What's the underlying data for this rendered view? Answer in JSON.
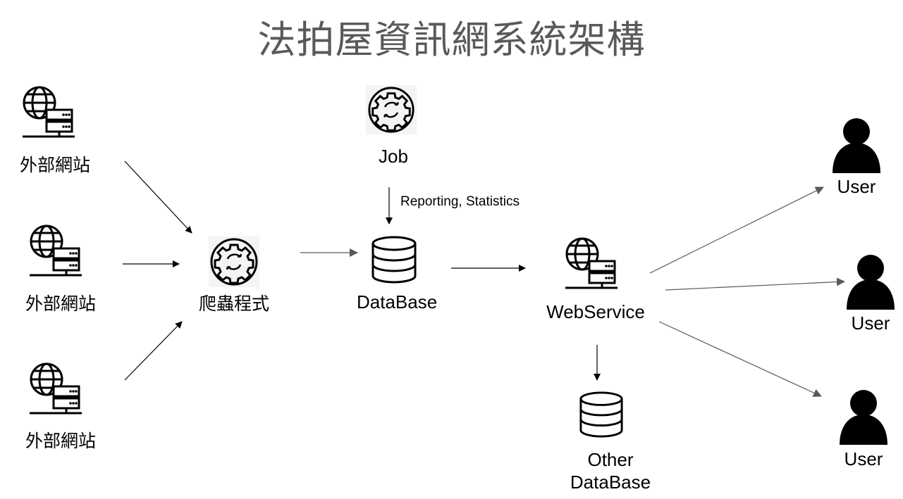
{
  "title": "法拍屋資訊網系統架構",
  "nodes": {
    "site1": {
      "label": "外部網站",
      "icon": "web-server-icon"
    },
    "site2": {
      "label": "外部網站",
      "icon": "web-server-icon"
    },
    "site3": {
      "label": "外部網站",
      "icon": "web-server-icon"
    },
    "crawler": {
      "label": "爬蟲程式",
      "icon": "gear-sync-icon"
    },
    "job": {
      "label": "Job",
      "icon": "gear-sync-icon"
    },
    "database": {
      "label": "DataBase",
      "icon": "database-icon"
    },
    "webservice": {
      "label": "WebService",
      "icon": "web-server-icon"
    },
    "other_db": {
      "label_line1": "Other",
      "label_line2": "DataBase",
      "icon": "database-icon"
    },
    "user1": {
      "label": "User",
      "icon": "user-icon"
    },
    "user2": {
      "label": "User",
      "icon": "user-icon"
    },
    "user3": {
      "label": "User",
      "icon": "user-icon"
    }
  },
  "edges": [
    {
      "from": "site1",
      "to": "crawler"
    },
    {
      "from": "site2",
      "to": "crawler"
    },
    {
      "from": "site3",
      "to": "crawler"
    },
    {
      "from": "crawler",
      "to": "database"
    },
    {
      "from": "job",
      "to": "database",
      "label": "Reporting, Statistics"
    },
    {
      "from": "database",
      "to": "webservice"
    },
    {
      "from": "webservice",
      "to": "other_db"
    },
    {
      "from": "webservice",
      "to": "user1"
    },
    {
      "from": "webservice",
      "to": "user2"
    },
    {
      "from": "webservice",
      "to": "user3"
    }
  ],
  "colors": {
    "title": "#595959",
    "arrow_dark": "#000000",
    "arrow_gray": "#595959"
  }
}
